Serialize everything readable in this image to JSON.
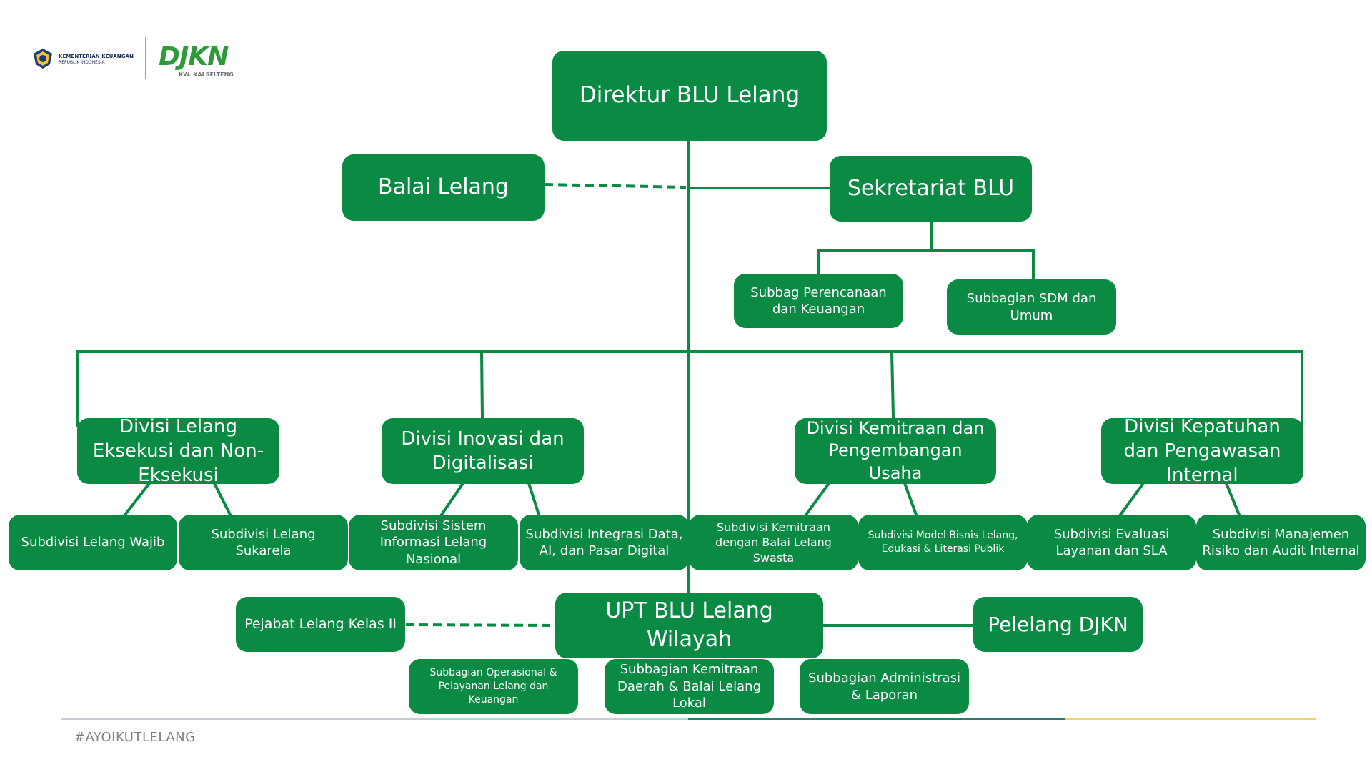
{
  "brand": {
    "green": "#0b8a43",
    "accent_yellow": "#f2d36b",
    "accent_teal": "#2f7a6a",
    "ministry_line1": "KEMENTERIAN KEUANGAN",
    "ministry_line2": "REPUBLIK INDONESIA",
    "ministry_emblem": "garuda-emblem-icon",
    "agency_logo": "DJKN",
    "agency_sub": "KW. KALSELTENG"
  },
  "nodes": {
    "direktur": "Direktur BLU Lelang",
    "balai": "Balai Lelang",
    "sekretariat": "Sekretariat BLU",
    "subbag_perencanaan": "Subbag Perencanaan dan Keuangan",
    "subbag_sdm": "Subbagian SDM dan Umum",
    "div_eksekusi": "Divisi Lelang Eksekusi dan Non-Eksekusi",
    "div_inovasi": "Divisi Inovasi dan Digitalisasi",
    "div_kemitraan": "Divisi Kemitraan dan Pengembangan Usaha",
    "div_kepatuhan": "Divisi Kepatuhan dan Pengawasan Internal",
    "sub_wajib": "Subdivisi Lelang Wajib",
    "sub_sukarela": "Subdivisi Lelang Sukarela",
    "sub_sistem": "Subdivisi Sistem Informasi Lelang Nasional",
    "sub_integrasi": "Subdivisi Integrasi Data, AI, dan Pasar Digital",
    "sub_kemitraan_swasta": "Subdivisi Kemitraan dengan Balai Lelang Swasta",
    "sub_model_bisnis": "Subdivisi Model Bisnis Lelang, Edukasi & Literasi Publik",
    "sub_evaluasi": "Subdivisi Evaluasi Layanan dan SLA",
    "sub_manajemen": "Subdivisi Manajemen Risiko dan Audit Internal",
    "upt": "UPT BLU Lelang Wilayah",
    "pejabat": "Pejabat Lelang Kelas II",
    "pelelang": "Pelelang DJKN",
    "subbag_operasional": "Subbagian Operasional & Pelayanan Lelang dan Keuangan",
    "subbag_kemitraan_daerah": "Subbagian Kemitraan Daerah & Balai Lelang Lokal",
    "subbag_administrasi": "Subbagian Administrasi & Laporan"
  },
  "footer": {
    "hashtag": "#AYOIKUTLELANG"
  }
}
